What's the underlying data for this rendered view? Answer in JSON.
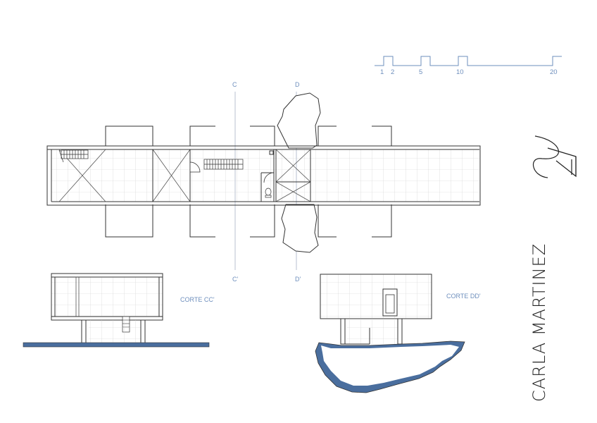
{
  "drawing": {
    "section_c_top": "C",
    "section_c_bottom": "C'",
    "section_d_top": "D",
    "section_d_bottom": "D'",
    "corte_cc_label": "CORTE CC'",
    "corte_dd_label": "CORTE DD'",
    "scale_marks": [
      "1",
      "2",
      "5",
      "10",
      "20"
    ],
    "author": "CARLA MARTINEZ",
    "colors": {
      "line": "#222222",
      "grid": "#c8c8c8",
      "accent": "#6e8fbd",
      "water": "#4a6e9e"
    }
  }
}
